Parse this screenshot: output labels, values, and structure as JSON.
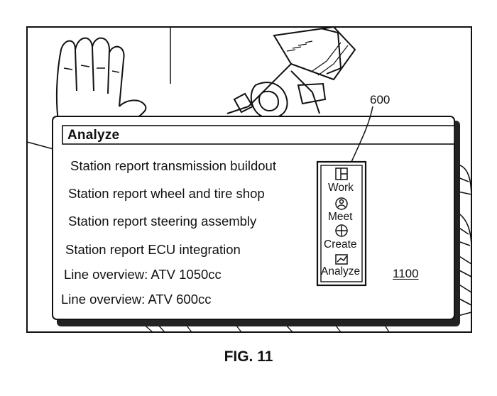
{
  "panel": {
    "title": "Analyze",
    "items": [
      "Station report transmission buildout",
      "Station report wheel and tire shop",
      "Station report steering assembly",
      "Station report ECU integration",
      "Line overview: ATV 1050cc",
      "Line overview: ATV 600cc"
    ]
  },
  "app_menu": {
    "items": [
      {
        "label": "Work",
        "icon": "layout-icon"
      },
      {
        "label": "Meet",
        "icon": "person-icon"
      },
      {
        "label": "Create",
        "icon": "plus-icon"
      },
      {
        "label": "Analyze",
        "icon": "chart-icon"
      }
    ]
  },
  "references": {
    "menu_ref": "600",
    "panel_ref": "1100"
  },
  "figure": {
    "caption": "FIG. 11"
  }
}
